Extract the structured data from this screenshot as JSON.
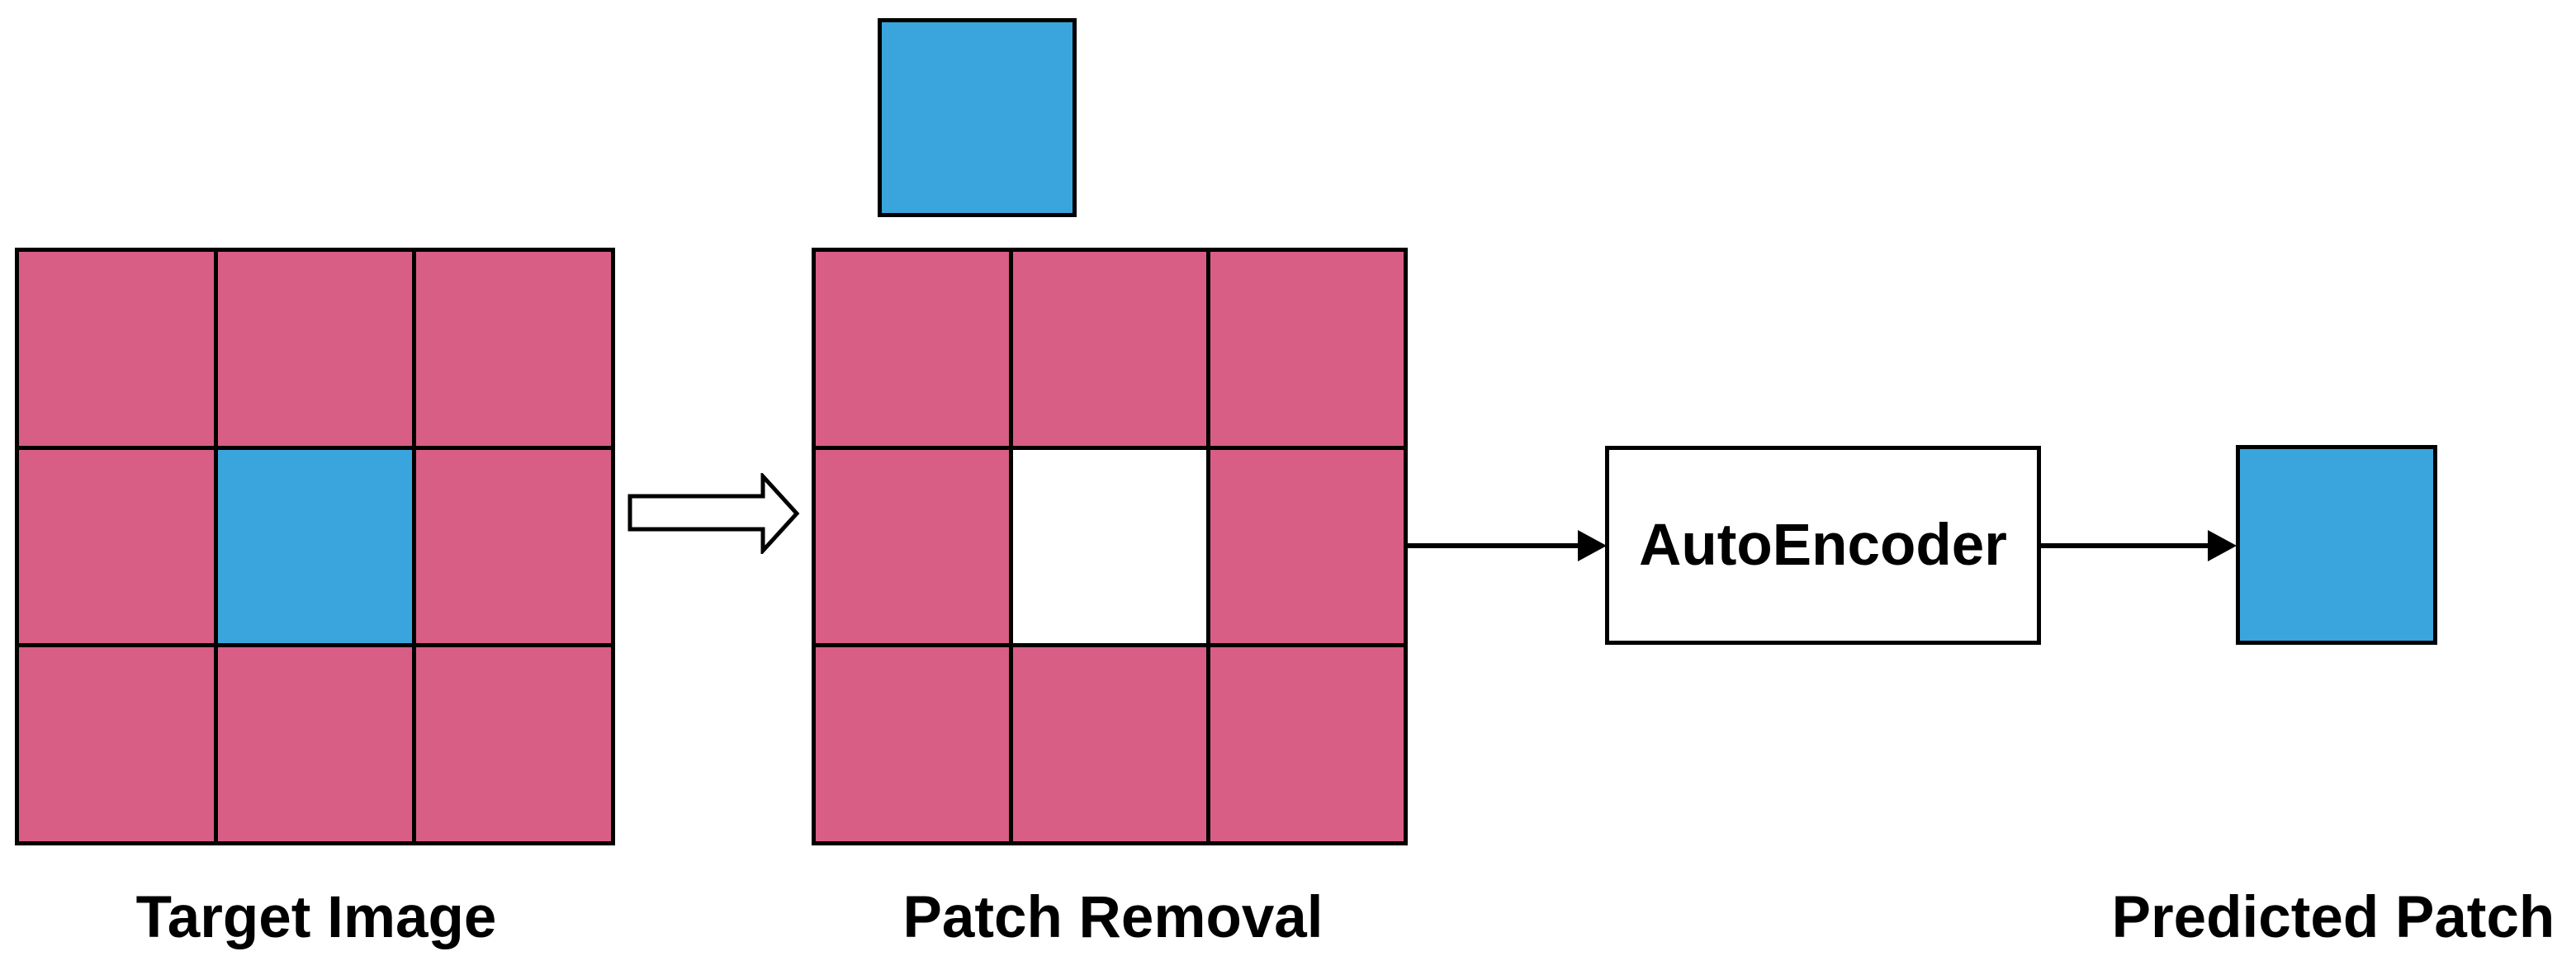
{
  "labels": {
    "target_image": "Target Image",
    "patch_removal": "Patch Removal",
    "predicted_patch": "Predicted Patch",
    "autoencoder": "AutoEncoder"
  },
  "colors": {
    "pink": "#D85E86",
    "blue": "#3AA5DC",
    "white": "#FFFFFF",
    "border": "#000000",
    "background": "#FFFFFF",
    "text": "#000000"
  },
  "grids": {
    "target": {
      "rows": 3,
      "cols": 3,
      "cells": [
        "pink",
        "pink",
        "pink",
        "pink",
        "blue",
        "pink",
        "pink",
        "pink",
        "pink"
      ]
    },
    "masked": {
      "rows": 3,
      "cols": 3,
      "cells": [
        "pink",
        "pink",
        "pink",
        "pink",
        "white",
        "pink",
        "pink",
        "pink",
        "pink"
      ]
    }
  },
  "patches": {
    "removed_patch_color": "blue",
    "predicted_patch_color": "blue"
  },
  "icons": {
    "block_arrow": "right-block-arrow",
    "flow_arrow_1": "right-arrow",
    "flow_arrow_2": "right-arrow"
  }
}
